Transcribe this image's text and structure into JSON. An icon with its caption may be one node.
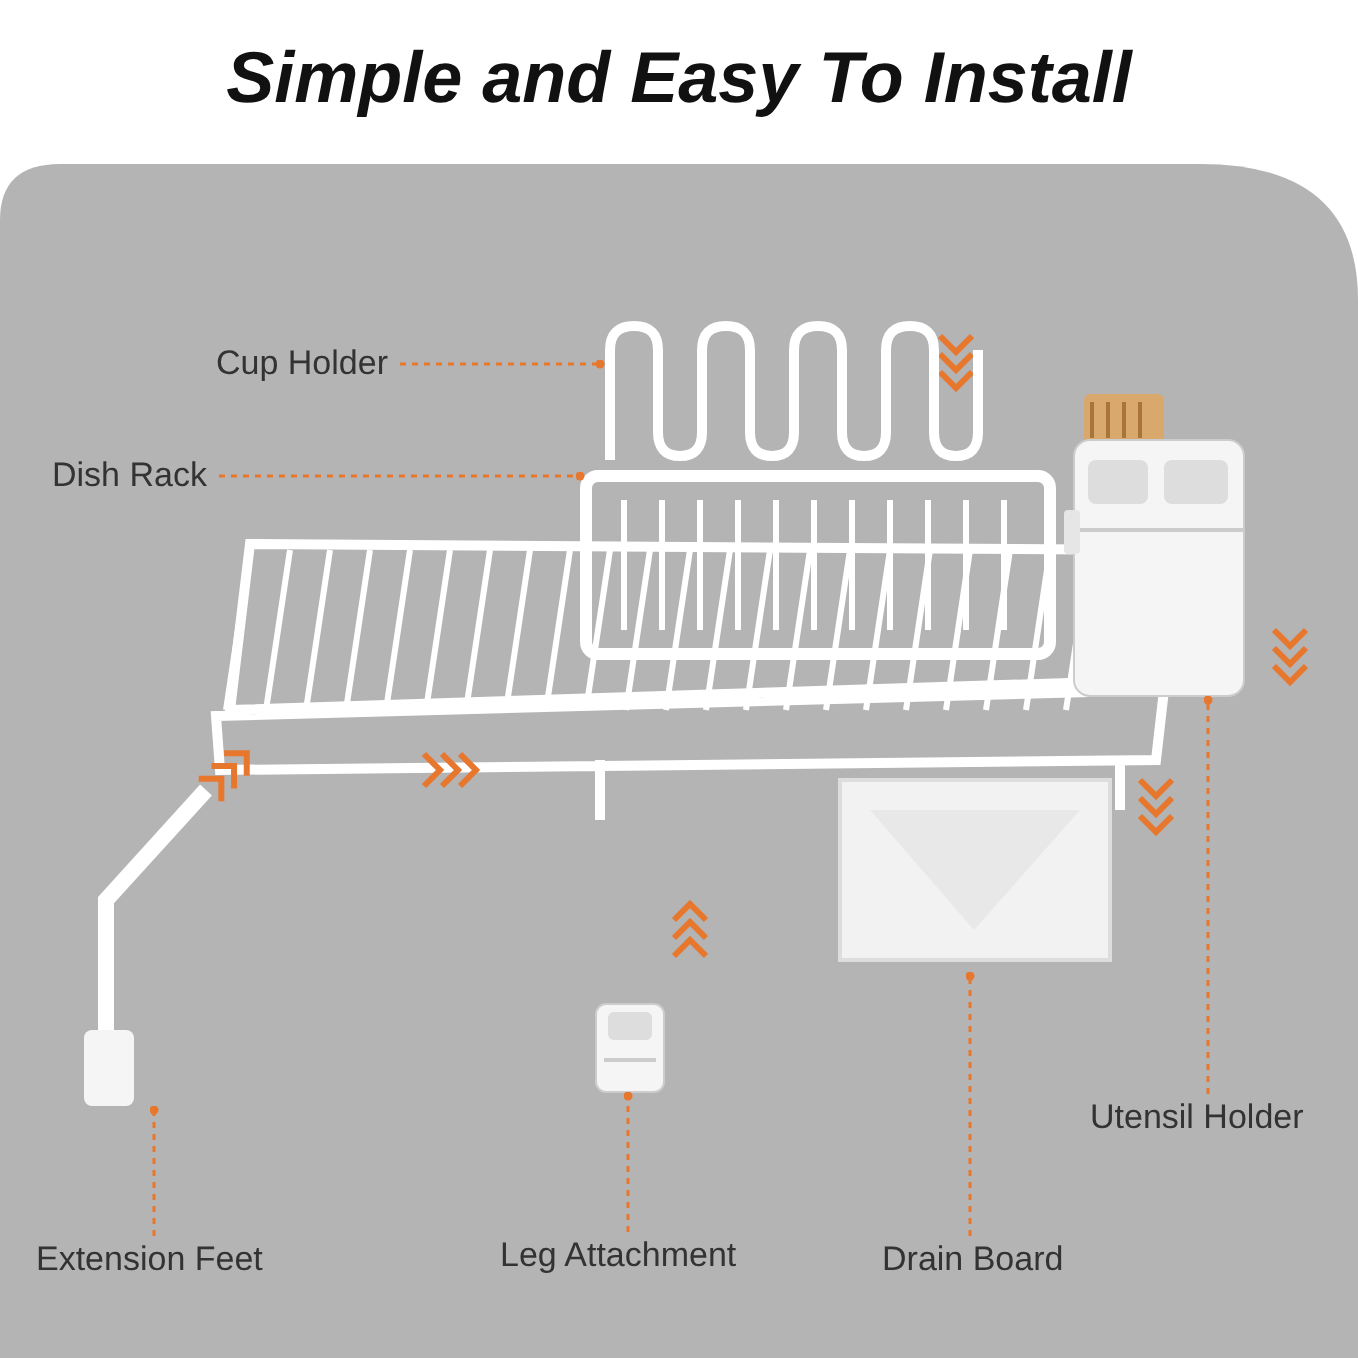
{
  "diagram": {
    "title": "Simple and Easy To Install",
    "nodes": [
      {
        "text": [
          "Cup Holder"
        ]
      },
      {
        "text": [
          "Dish Rack"
        ]
      },
      {
        "text": [
          "Utensil Holder"
        ]
      },
      {
        "text": [
          "Extension Feet"
        ]
      },
      {
        "text": [
          "Leg Attachment"
        ]
      },
      {
        "text": [
          "Drain Board"
        ]
      },
      {
        "text": [],
        "shape": "picture"
      },
      {
        "text": [],
        "shape": "picture"
      },
      {
        "text": [],
        "shape": "picture"
      },
      {
        "text": [],
        "shape": "picture"
      },
      {
        "text": [],
        "shape": "picture"
      },
      {
        "text": [],
        "shape": "picture"
      }
    ],
    "edges": [
      {
        "from": 0,
        "to": 6,
        "arrow": "other",
        "style": "dashed"
      },
      {
        "from": 1,
        "to": 7,
        "arrow": "other",
        "style": "dashed"
      },
      {
        "from": 2,
        "to": 8,
        "arrow": "other",
        "style": "dashed"
      },
      {
        "from": 3,
        "to": 9,
        "arrow": "other",
        "style": "dashed"
      },
      {
        "from": 4,
        "to": 10,
        "arrow": "other",
        "style": "dashed"
      },
      {
        "from": 5,
        "to": 11,
        "arrow": "other",
        "style": "dashed"
      }
    ]
  }
}
